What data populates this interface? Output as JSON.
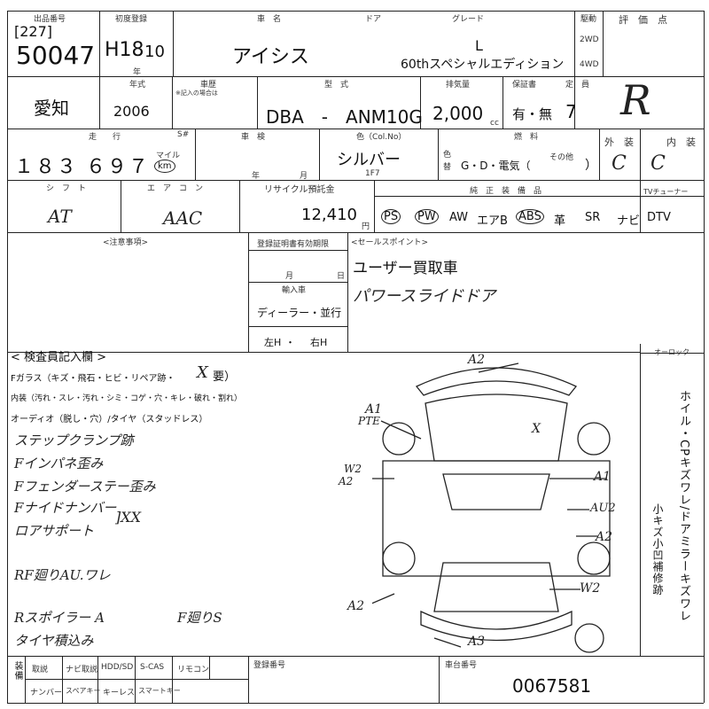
{
  "header": {
    "lot_label": "出品番号",
    "lot_sub": "[227]",
    "lot_number": "50047",
    "first_reg_label": "初度登録",
    "first_reg_value": "H18",
    "first_reg_month": "10",
    "first_reg_unit": "年",
    "car_name_label": "車　名",
    "car_name": "アイシス",
    "door_label": "ドア",
    "grade_label": "グレード",
    "grade_line1": "L",
    "grade_line2": "60thスペシャルエディション",
    "drive_label": "駆動",
    "drive_2wd": "2WD",
    "drive_4wd": "4WD",
    "score_label": "評　価　点",
    "score_value": "R"
  },
  "row2": {
    "year_label": "年式",
    "year_value": "2006",
    "inspection_label": "車歴",
    "inspection_sub": "※記入の場合は",
    "model_label": "型　式",
    "model_value": "DBA　-　ANM10G",
    "displacement_label": "排気量",
    "displacement_value": "2,000",
    "displacement_unit": "cc",
    "record_label": "保証書",
    "record_value": "有・無",
    "capacity_label": "定　員",
    "capacity_value": "7"
  },
  "row3": {
    "mileage_label": "走　　行",
    "mileage_sub": "S#",
    "mileage_value": "１８３ ６９７",
    "mileage_unit_top": "マイル",
    "mileage_unit": "km",
    "shaken_label": "車　検",
    "shaken_year": "年",
    "shaken_month": "月",
    "color_label": "色（Col.No）",
    "color_value": "シルバー",
    "color_code": "1F7",
    "color_side": "色替",
    "fuel_label": "燃　料",
    "fuel_value": "G・D・電気（",
    "fuel_other": "その他",
    "fuel_close": "）",
    "exterior_label": "外　装",
    "exterior_value": "C",
    "interior_label": "内　装",
    "interior_value": "C"
  },
  "row4": {
    "shift_label": "シ　フ　ト",
    "shift_value": "AT",
    "ac_label": "エ　ア　コ　ン",
    "ac_value": "AAC",
    "recycle_label": "リサイクル預託金",
    "recycle_value": "12,410",
    "recycle_unit": "円",
    "equipment_label": "純　正　装　備　品",
    "tv_label": "TVチューナー",
    "equipment": [
      "PS",
      "PW",
      "AW",
      "エアB",
      "ABS",
      "革",
      "SR",
      "ナビ",
      "DTV"
    ]
  },
  "middle": {
    "notes_label": "<注意事項>",
    "expiry_label": "登録証明書有効期限",
    "expiry_month": "月",
    "expiry_day": "日",
    "import_label": "輸入車",
    "import_value": "ディーラー・並行",
    "handle_left": "左H",
    "handle_sep": "・",
    "handle_right": "右H",
    "sales_label": "<セールスポイント>",
    "sales_line1": "ユーザー買取車",
    "sales_line2": "パワースライドドア"
  },
  "inspector": {
    "title": "< 検査員記入欄 >",
    "glass_line": "Fガラス（キズ・飛石・ヒビ・リペア跡・",
    "glass_x": "X",
    "glass_req": "要）",
    "interior_line": "内装（汚れ・スレ・汚れ・シミ・コゲ・穴・キレ・破れ・割れ）",
    "audio_line": "オーディオ（脱し・穴）/タイヤ（スタッドレス）",
    "notes": [
      "ステップクランプ跡",
      "Fインパネ歪み",
      "Fフェンダーステー歪み",
      "Fナイドナンバー",
      "ロアサポート",
      "RF廻りAU.ワレ",
      "Rスポイラー A",
      "タイヤ積込み"
    ],
    "note_xx": "]XX",
    "note_fs": "F廻りS"
  },
  "diagram": {
    "top": "A2",
    "left_top1": "A1",
    "left_top2": "PTE",
    "left_mid1": "W2",
    "left_mid2": "A2",
    "left_bottom": "A2",
    "right_top": "X",
    "right_1": "A1",
    "right_2": "AU2",
    "right_3": "A2",
    "right_4": "W2",
    "bottom": "A3"
  },
  "side_panel": {
    "label": "オーロック",
    "vertical1": "ホイル・CPキズワレ/ドアミラーキズワレ",
    "vertical2": "小キズ小凹補修跡"
  },
  "footer": {
    "equip_label": "装備",
    "items_top": [
      "取説",
      "ナビ取説",
      "HDD/SD",
      "S-CAS",
      "リモコン"
    ],
    "items_bottom": [
      "ナンバー",
      "スペアキー",
      "キーレス",
      "スマートキー"
    ],
    "reg_label": "登録番号",
    "chassis_label": "車台番号",
    "chassis_value": "0067581"
  }
}
